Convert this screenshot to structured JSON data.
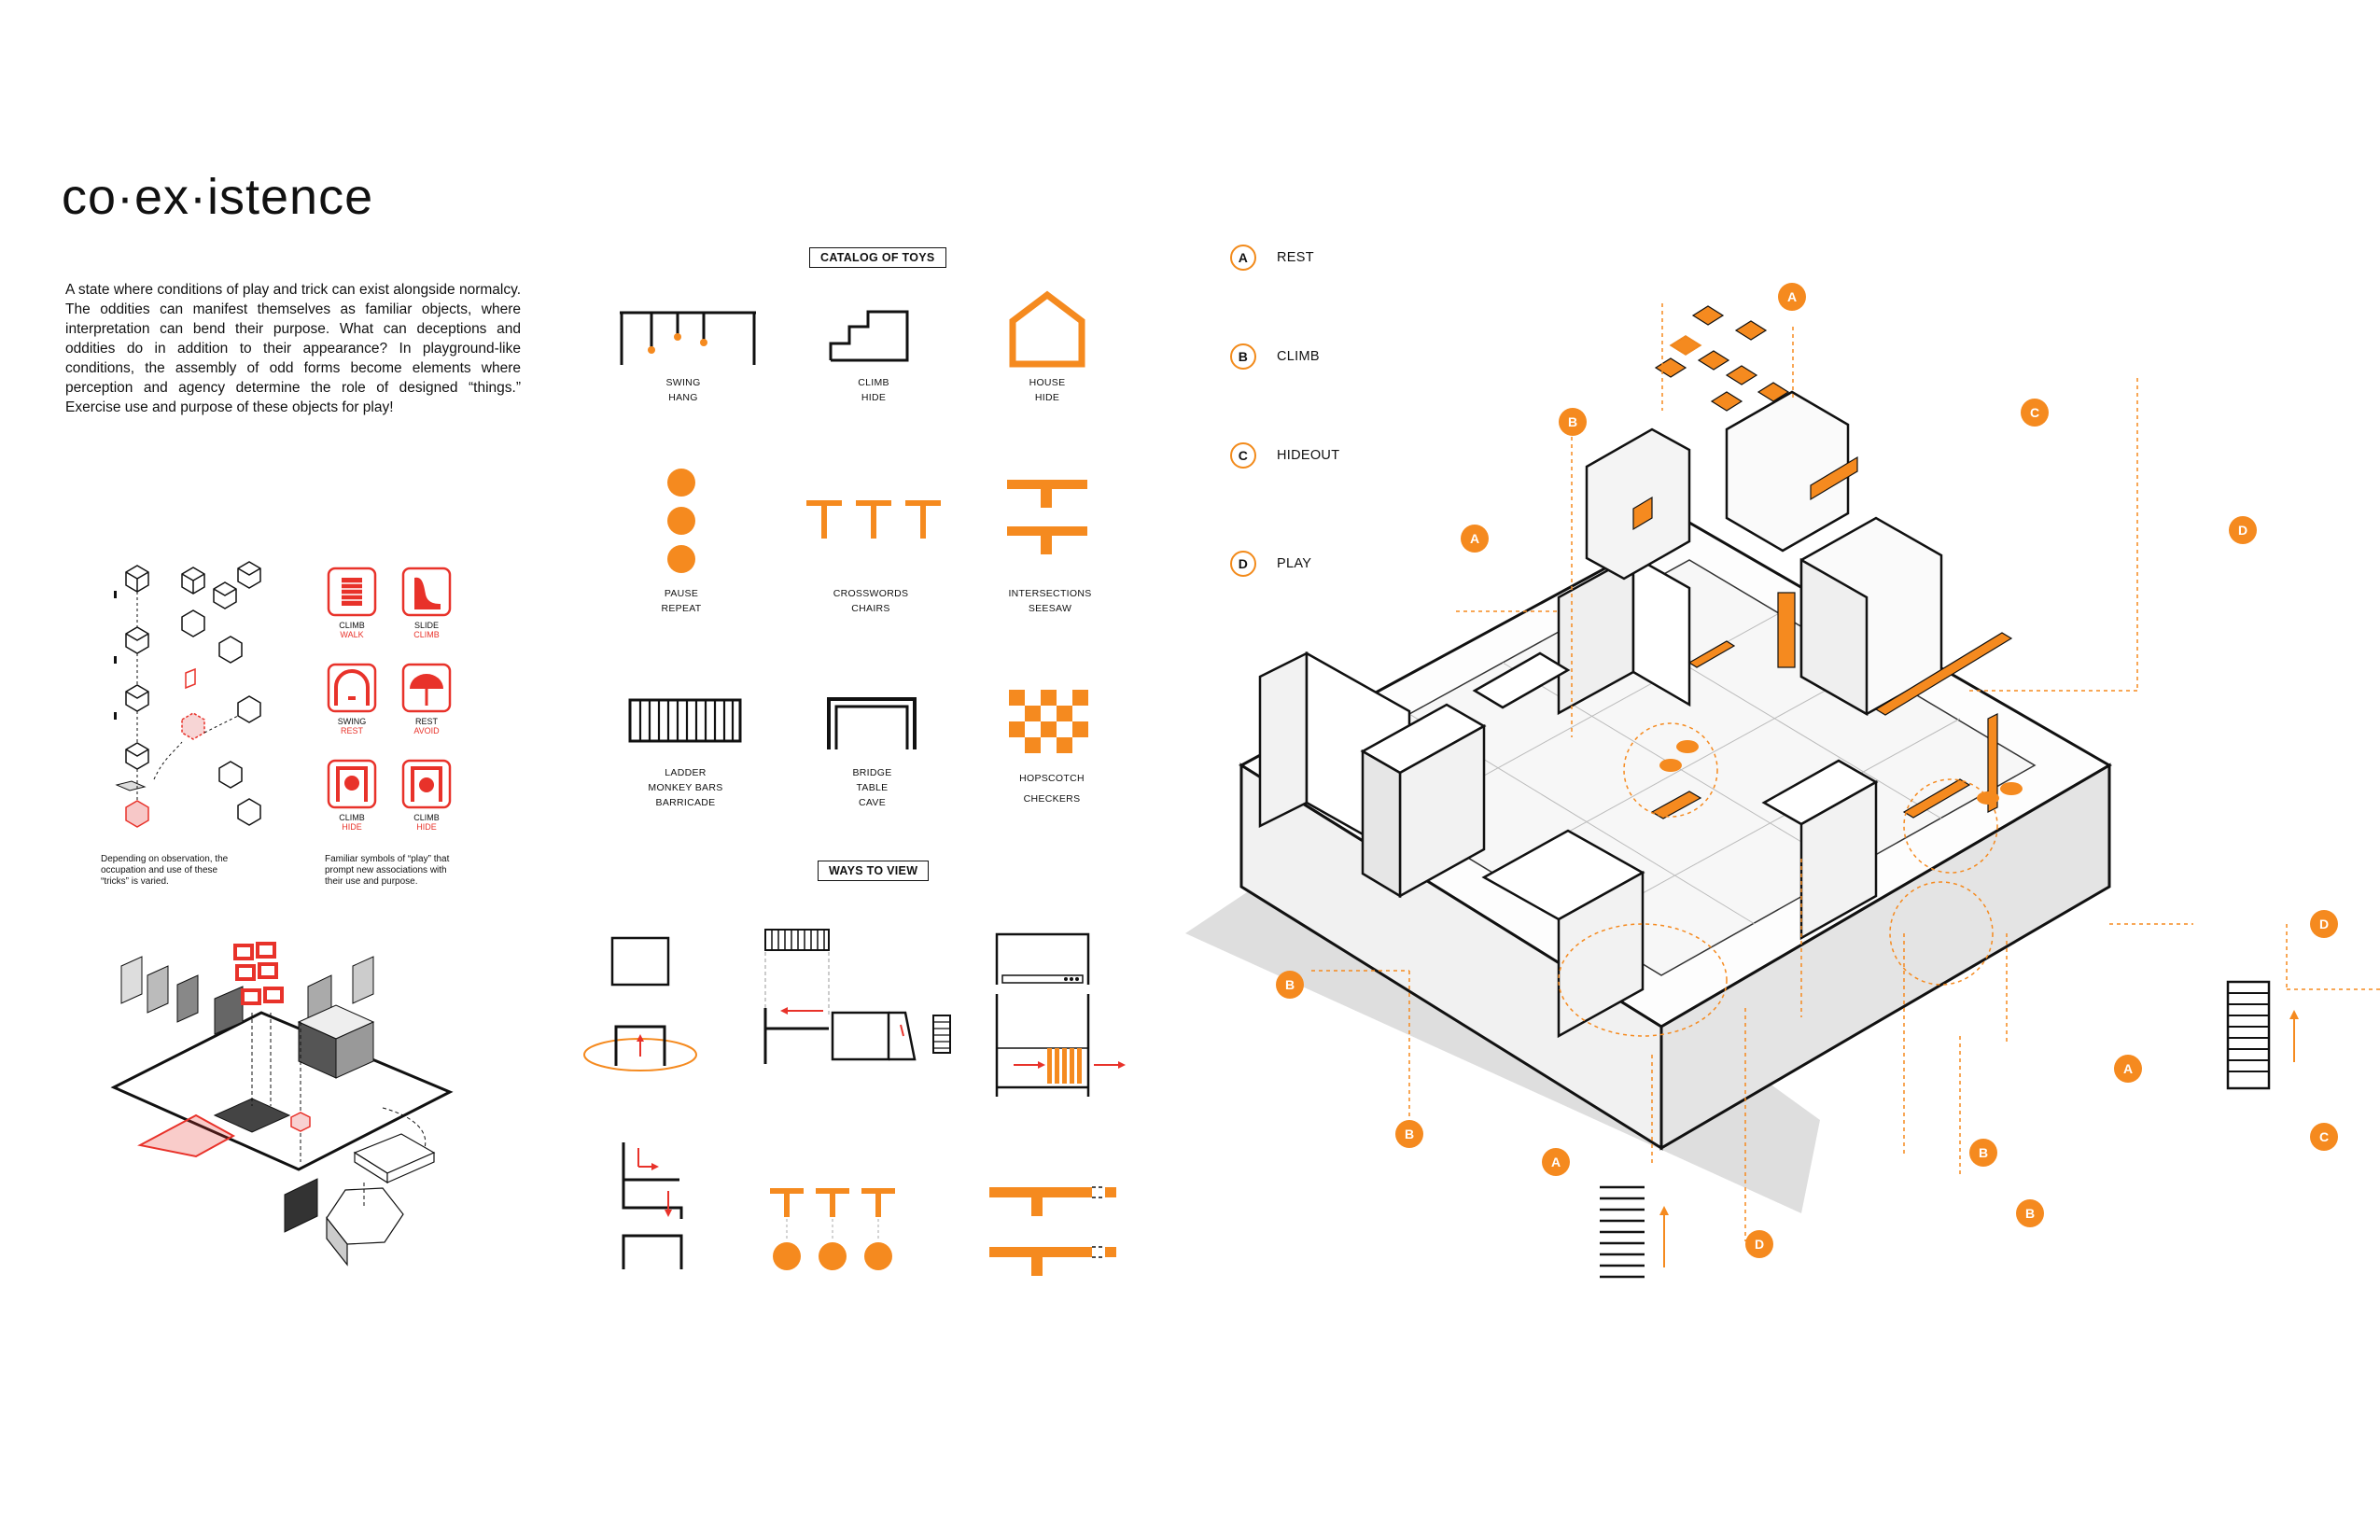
{
  "title": "co·ex·istence",
  "description": "A state where conditions of play and trick can exist alongside normalcy. The oddities can manifest themselves as familiar objects, where interpretation can bend their purpose.  What can deceptions and oddities do in addition to their appearance? In playground-like conditions, the assembly of odd forms become elements where perception and agency determine the role of designed “things.” Exercise use and purpose of these objects for play!",
  "catalog": {
    "heading": "CATALOG OF TOYS",
    "items": [
      {
        "lines": [
          "SWING",
          "HANG"
        ]
      },
      {
        "lines": [
          "CLIMB",
          "HIDE"
        ]
      },
      {
        "lines": [
          "HOUSE",
          "HIDE"
        ]
      },
      {
        "lines": [
          "PAUSE",
          "REPEAT"
        ]
      },
      {
        "lines": [
          "CROSSWORDS",
          "CHAIRS"
        ]
      },
      {
        "lines": [
          "INTERSECTIONS",
          "SEESAW"
        ]
      },
      {
        "lines": [
          "LADDER",
          "MONKEY BARS",
          "BARRICADE"
        ]
      },
      {
        "lines": [
          "BRIDGE",
          "TABLE",
          "CAVE"
        ]
      },
      {
        "lines": [
          "HOPSCOTCH",
          "CHECKERS"
        ]
      }
    ]
  },
  "ways_heading": "WAYS TO VIEW",
  "tricks": [
    {
      "top": "CLIMB",
      "bottom": "WALK"
    },
    {
      "top": "SLIDE",
      "bottom": "CLIMB"
    },
    {
      "top": "SWING",
      "bottom": "REST"
    },
    {
      "top": "REST",
      "bottom": "AVOID"
    },
    {
      "top": "CLIMB",
      "bottom": "HIDE"
    },
    {
      "top": "CLIMB",
      "bottom": "HIDE"
    }
  ],
  "caption_left": "Depending on observation, the occupation and use of these “tricks” is varied.",
  "caption_right": "Familiar symbols of “play” that prompt new associations with their use and purpose.",
  "legend": [
    {
      "key": "A",
      "label": "REST"
    },
    {
      "key": "B",
      "label": "CLIMB"
    },
    {
      "key": "C",
      "label": "HIDEOUT"
    },
    {
      "key": "D",
      "label": "PLAY"
    }
  ],
  "callouts": [
    "A",
    "B",
    "C",
    "D",
    "A",
    "D",
    "B",
    "A",
    "B",
    "C",
    "A",
    "B",
    "D",
    "B"
  ],
  "colors": {
    "accent": "#f58a1f",
    "red": "#e8322a",
    "ink": "#111111"
  }
}
